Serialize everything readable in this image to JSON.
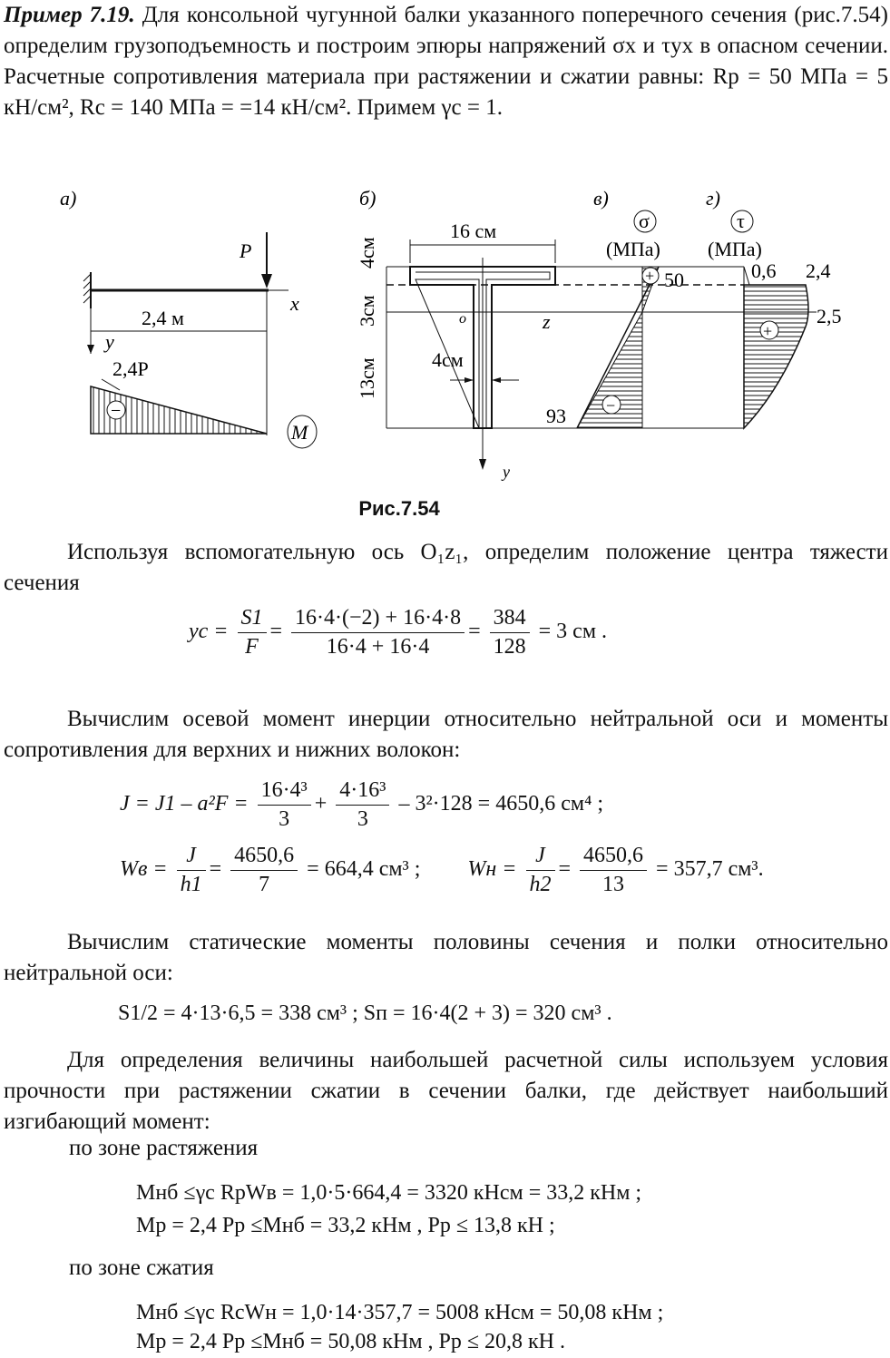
{
  "intro": {
    "title": "Пример 7.19.",
    "text": " Для консольной чугунной балки указанного поперечного сечения (рис.7.54) определим грузоподъемность и построим эпюры напряжений σx и τyx  в опасном сечении. Расчетные сопротивления материала при растяжении и сжатии равны:  Rр = 50 МПа = 5 кН/см², Rс = 140 МПа = =14 кН/см². Примем γc = 1."
  },
  "figure": {
    "label_a": "а)",
    "label_b": "б)",
    "label_v": "в)",
    "label_g": "г)",
    "a": {
      "force": "P",
      "axis_x": "x",
      "axis_y": "y",
      "length": "2,4  м",
      "moment_value": "2,4P",
      "sign": "−",
      "diagram": "M"
    },
    "b": {
      "width_top": "16 см",
      "dim_4": "4см",
      "dim_3": "3см",
      "dim_13": "13см",
      "web": "4см",
      "origin": "o",
      "axis_z": "z",
      "axis_y": "y"
    },
    "v": {
      "symbol": "σ",
      "unit": "(МПа)",
      "top_value": "50",
      "bottom_value": "93",
      "sign_top": "+",
      "sign_bottom": "−"
    },
    "g": {
      "symbol": "τ",
      "unit": "(МПа)",
      "v1": "0,6",
      "v2": "2,4",
      "v3": "2,5",
      "sign": "+"
    },
    "caption": "Рис.7.54"
  },
  "p1": "Используя вспомогательную ось  O₁z₁, определим положение центра тяжести сечения",
  "f1": {
    "lhs": "yc =",
    "num1": "S1",
    "den1": "F",
    "num2": "16·4·(−2) + 16·4·8",
    "den2": "16·4 + 16·4",
    "num3": "384",
    "den3": "128",
    "result": "= 3 см ."
  },
  "p2": "Вычислим осевой момент инерции относительно нейтральной оси и моменты сопротивления для верхних и нижних волокон:",
  "f2": {
    "lhs": "J = J1 – a²F =",
    "n1": "16·4³",
    "d1": "3",
    "n2": "4·16³",
    "d2": "3",
    "tail": "– 3²·128 = 4650,6 см⁴ ;"
  },
  "f3": {
    "wv": "Wв =",
    "jn": "J",
    "h1": "h1",
    "num": "4650,6",
    "d7": "7",
    "r1": "= 664,4 см³ ;",
    "wn": "Wн =",
    "h2": "h2",
    "d13": "13",
    "r2": "= 357,7 см³."
  },
  "p3": "Вычислим статические моменты половины сечения и полки относительно нейтральной оси:",
  "f4": "S1/2 = 4·13·6,5 = 338 см³ ;      Sп = 16·4(2 + 3) = 320 см³ .",
  "p4": "Для определения величины наибольшей расчетной силы используем условия прочности при растяжении сжатии в сечении балки, где действует наибольший изгибающий момент:",
  "zone1": "по зоне растяжения",
  "f5": "Mнб ≤γc RрWв = 1,0·5·664,4 = 3320 кНсм = 33,2 кНм ;",
  "f6": "Mр = 2,4 Pр ≤Mнб = 33,2 кНм ,          Pр ≤ 13,8 кН ;",
  "zone2": "по зоне сжатия",
  "f7": "Mнб ≤γc RсWн = 1,0·14·357,7 = 5008 кНсм = 50,08 кНм ;",
  "f8": "Mр = 2,4 Pр ≤Mнб = 50,08 кНм ,          Pр ≤ 20,8 кН ."
}
